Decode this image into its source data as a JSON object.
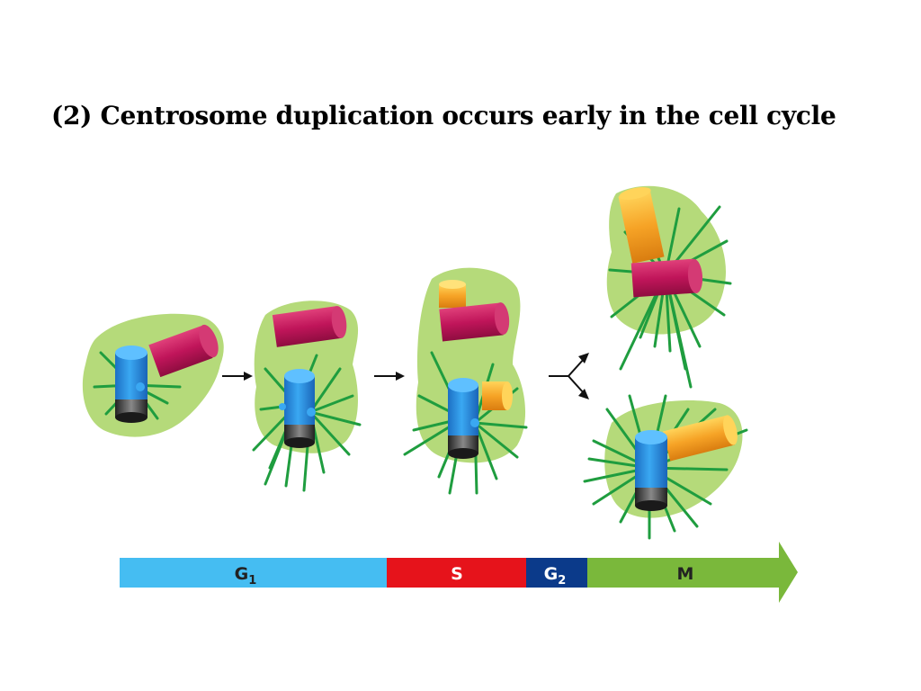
{
  "title": "(2) Centrosome duplication occurs early in the cell cycle",
  "phases": [
    {
      "label": "G",
      "sub": "1",
      "color": "#45bdf2",
      "text_color": "#222222"
    },
    {
      "label": "S",
      "sub": "",
      "color": "#e6131b",
      "text_color": "#ffffff"
    },
    {
      "label": "G",
      "sub": "2",
      "color": "#0b3a8a",
      "text_color": "#ffffff"
    },
    {
      "label": "M",
      "sub": "",
      "color": "#7ab83b",
      "text_color": "#222222"
    }
  ],
  "colors": {
    "pericentriolar_material": "#b5da7a",
    "microtubule": "#1f9d3f",
    "mother_centriole": "#2b8fe0",
    "daughter_centriole": "#c0155a",
    "new_centriole": "#f29a1c"
  }
}
